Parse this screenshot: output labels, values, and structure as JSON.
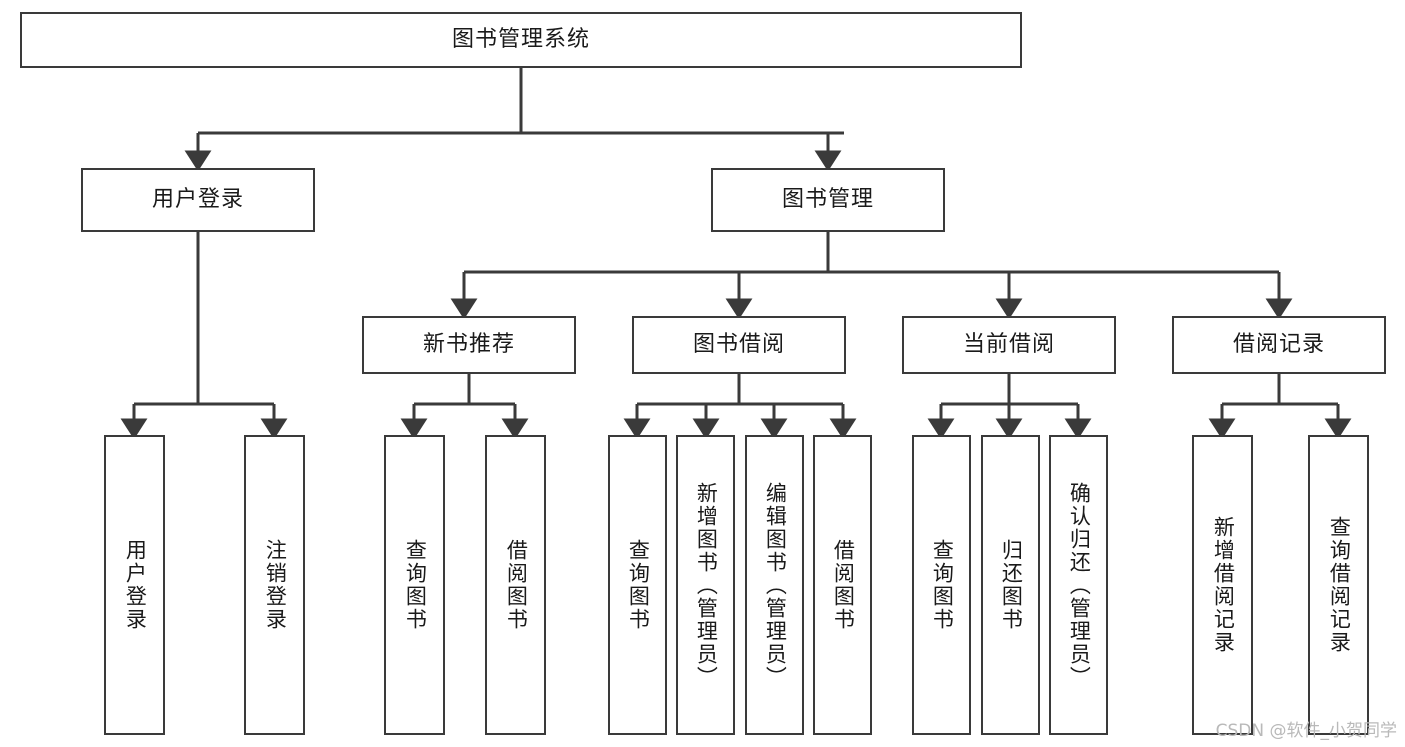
{
  "diagram": {
    "type": "tree-hierarchy",
    "title": "图书管理系统",
    "watermark": "CSDN @软件_小贺同学",
    "colors": {
      "box_border": "#3a3a3a",
      "box_fill": "#ffffff",
      "connector": "#3a3a3a",
      "text": "#1a1a1a",
      "watermark": "#b9b9b9",
      "background": "#ffffff"
    },
    "nodes": {
      "root": {
        "label": "图书管理系统"
      },
      "level2": [
        {
          "id": "user-login",
          "label": "用户登录"
        },
        {
          "id": "book-management",
          "label": "图书管理"
        }
      ],
      "level3": [
        {
          "id": "new-book-recommend",
          "label": "新书推荐"
        },
        {
          "id": "book-borrow",
          "label": "图书借阅"
        },
        {
          "id": "current-borrow",
          "label": "当前借阅"
        },
        {
          "id": "borrow-record",
          "label": "借阅记录"
        }
      ],
      "leaves": {
        "user_login": [
          {
            "id": "leaf-user-login",
            "label": "用户登录"
          },
          {
            "id": "leaf-logout-login",
            "label": "注销登录"
          }
        ],
        "new_book_recommend": [
          {
            "id": "leaf-query-book-1",
            "label": "查询图书"
          },
          {
            "id": "leaf-borrow-book-1",
            "label": "借阅图书"
          }
        ],
        "book_borrow": [
          {
            "id": "leaf-query-book-2",
            "label": "查询图书"
          },
          {
            "id": "leaf-add-book",
            "label": "新增图书（管理员）"
          },
          {
            "id": "leaf-edit-book",
            "label": "编辑图书（管理员）"
          },
          {
            "id": "leaf-borrow-book-2",
            "label": "借阅图书"
          }
        ],
        "current_borrow": [
          {
            "id": "leaf-query-book-3",
            "label": "查询图书"
          },
          {
            "id": "leaf-return-book",
            "label": "归还图书"
          },
          {
            "id": "leaf-confirm-return",
            "label": "确认归还（管理员）"
          }
        ],
        "borrow_record": [
          {
            "id": "leaf-add-record",
            "label": "新增借阅记录"
          },
          {
            "id": "leaf-query-record",
            "label": "查询借阅记录"
          }
        ]
      }
    }
  }
}
